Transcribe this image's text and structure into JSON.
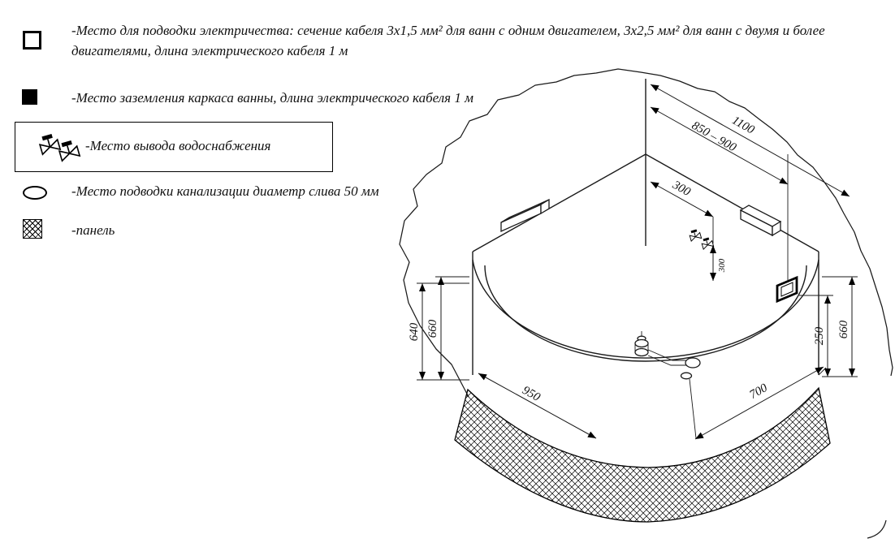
{
  "legend": {
    "items": [
      {
        "symbol": "hollow-square",
        "label": "-Место для подводки электричества: сечение кабеля 3х1,5 мм² для ванн с одним двигателем, 3х2,5 мм² для ванн с двумя и более двигателями, длина электрического кабеля 1 м"
      },
      {
        "symbol": "filled-square",
        "label": "-Место заземления каркаса ванны, длина электрического кабеля 1 м"
      },
      {
        "symbol": "water-supply-valves",
        "label": "-Место вывода водоснабжения"
      },
      {
        "symbol": "drain-ellipse",
        "label": "-Место подводки канализации диаметр слива 50 мм"
      },
      {
        "symbol": "crosshatch-panel",
        "label": "-панель"
      }
    ]
  },
  "diagram": {
    "dimensions": {
      "top_width": "1100",
      "mixer_range": "850 – 900",
      "corner_to_mixer": "300",
      "mixer_drop": "300",
      "height_640": "640",
      "height_660_left": "660",
      "height_250": "250",
      "height_660_right": "660",
      "side_950": "950",
      "side_700": "700"
    }
  }
}
